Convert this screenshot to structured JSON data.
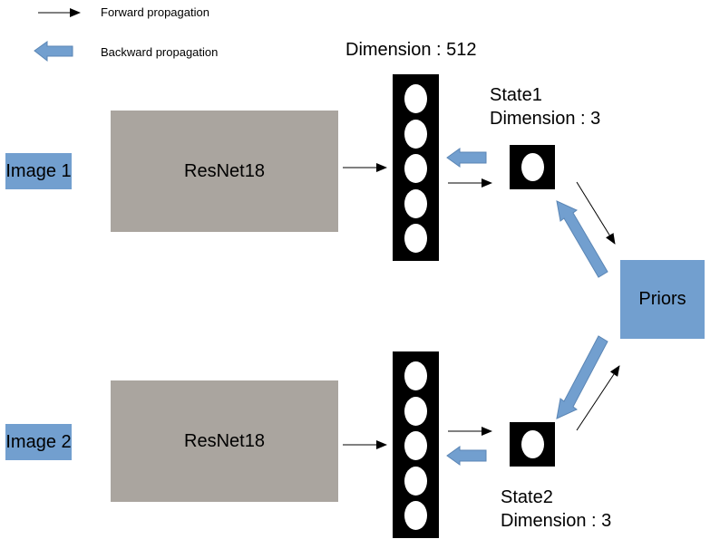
{
  "legend": {
    "forward_label": "Forward propagation",
    "backward_label": "Backward propagation",
    "forward_color": "#000000",
    "backward_color": "#729fcf"
  },
  "top_branch": {
    "input_label": "Image 1",
    "encoder_label": "ResNet18",
    "embedding_label": "Dimension : 512",
    "state_label": "State1",
    "state_dim_label": "Dimension : 3"
  },
  "bottom_branch": {
    "input_label": "Image 2",
    "encoder_label": "ResNet18",
    "state_label": "State2",
    "state_dim_label": "Dimension : 3"
  },
  "priors_label": "Priors",
  "colors": {
    "input_fill": "#729fcf",
    "encoder_fill": "#aaa59f",
    "priors_fill": "#729fcf",
    "vector_fill": "#000000",
    "neuron_fill": "#ffffff"
  }
}
